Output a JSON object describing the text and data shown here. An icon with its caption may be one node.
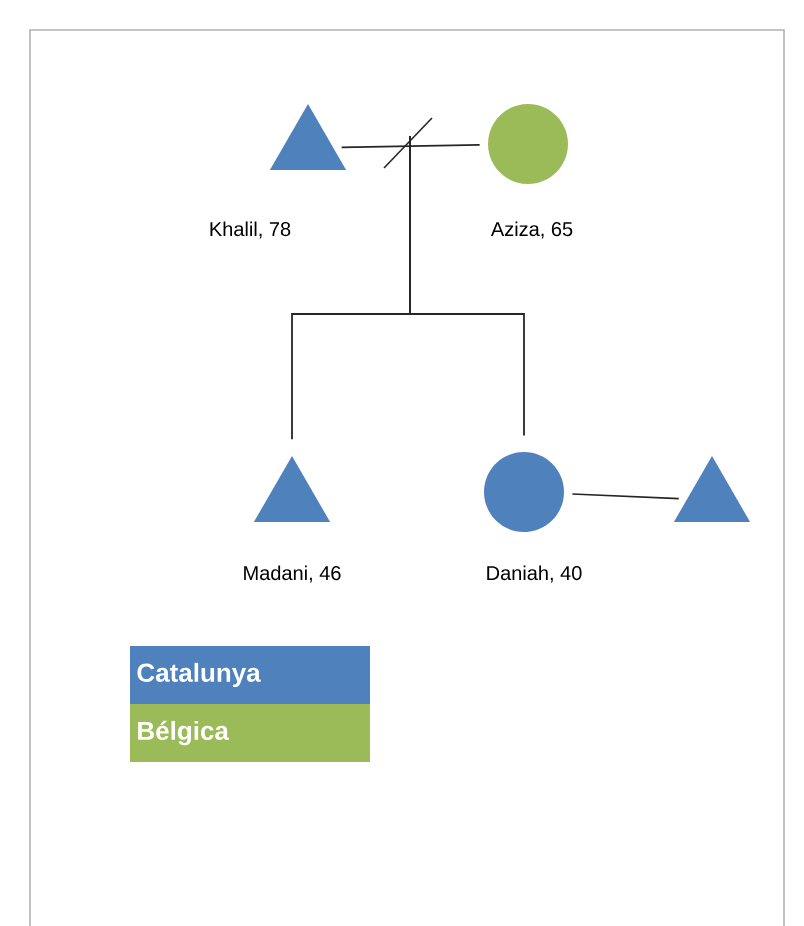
{
  "diagram": {
    "nodes": [
      {
        "text": [
          "Khalil, 78"
        ]
      },
      {
        "text": [
          "Aziza, 65"
        ]
      },
      {
        "text": [
          "Madani, 46"
        ]
      },
      {
        "text": [
          "Daniah, 40"
        ]
      },
      {
        "text": [],
        "shape": "triangle"
      }
    ],
    "edges": [
      {
        "from": 0,
        "to": 1,
        "arrow": "none"
      },
      {
        "from": null,
        "to": 2,
        "arrow": "none"
      },
      {
        "from": null,
        "to": 3,
        "arrow": "none"
      },
      {
        "from": 3,
        "to": 4,
        "arrow": "none"
      }
    ],
    "legend": [
      {
        "text": "Catalunya",
        "color": "#4f81bd"
      },
      {
        "text": "Bélgica",
        "color": "#9bbb59"
      }
    ]
  }
}
